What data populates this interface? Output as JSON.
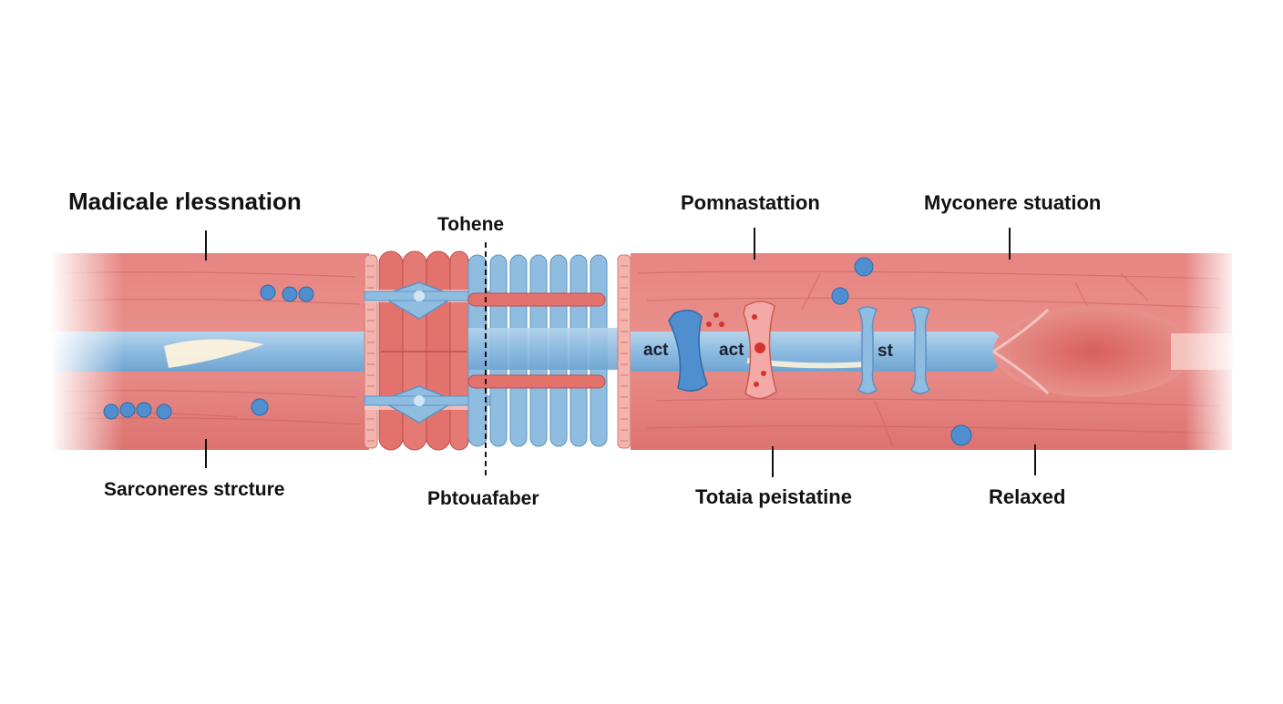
{
  "labels": {
    "title": "Madicale rlessnation",
    "top_center": "Tohene",
    "top_right_1": "Pomnastattion",
    "top_right_2": "Myconere stuation",
    "bottom_left": "Sarconeres strcture",
    "bottom_center": "Pbtouafaber",
    "bottom_right_1": "Totaia peistatine",
    "bottom_right_2": "Relaxed"
  },
  "inline_labels": {
    "act_1": "act",
    "act_2": "act",
    "st": "st"
  },
  "colors": {
    "muscle": "#e6827f",
    "muscle_dark": "#c95a58",
    "muscle_light": "#f3b3af",
    "filament_blue": "#8fbde0",
    "filament_blue_dark": "#5b93c6",
    "marker_blue": "#4f8fcf",
    "text": "#111111"
  }
}
